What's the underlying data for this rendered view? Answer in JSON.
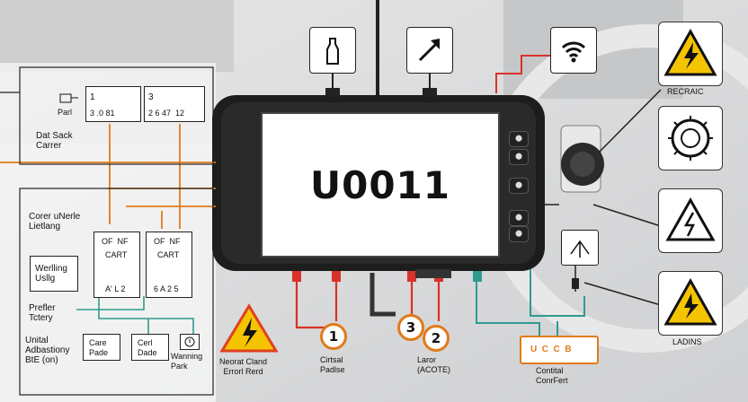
{
  "device": {
    "code": "U0011"
  },
  "left_panel": {
    "port_label": "Parl",
    "box1_top": "1",
    "box1_bottom": "3 .0 81",
    "box2_top": "3",
    "box2_bottom": "2 6 47  12",
    "dash_label": "Dat Sack\nCarrer",
    "section_label": "Corer uNerle\nLietlang",
    "warning_label": "Werlling\nUsllg",
    "cart1_top": "OF  NF",
    "cart1_mid": "CART",
    "cart1_bottom": "A' L 2",
    "cart2_top": "OF  NF",
    "cart2_mid": "CART",
    "cart2_bottom": "6 A 2 5",
    "prefer_label": "Prefler\nTctery",
    "unital_label": "Unital\nAdbastiony\nBtE (on)",
    "care_label": "Care\nPade",
    "cool_label": "Cerl\nDade",
    "warning_park_label": "Wanning\nPark"
  },
  "bottom_labels": {
    "error_label": "Neorat Cland\nErrorl Rerd",
    "num1": "1",
    "num1_label": "Cirtsal\nPadlse",
    "num3": "3",
    "num2": "2",
    "num2_label": "Laror\n(ACOTE)",
    "connector_text": "U  C  C  B",
    "connector_label": "Contital\nConrFert"
  },
  "right_panel": {
    "hazard1_label": "RECRAIC",
    "hazard4_label": "LADINS"
  },
  "icons": [
    "bottle-icon",
    "arrow-icon",
    "wifi-icon",
    "electric-hazard-icon",
    "gear-hazard-icon",
    "lightning-warning-icon",
    "shock-hazard-icon",
    "warning-triangle-icon",
    "antenna-icon"
  ],
  "colors": {
    "accent_red": "#d9322a",
    "accent_orange": "#e07b1a",
    "teal": "#2f9b8f",
    "hazard_yellow": "#f5c400"
  }
}
